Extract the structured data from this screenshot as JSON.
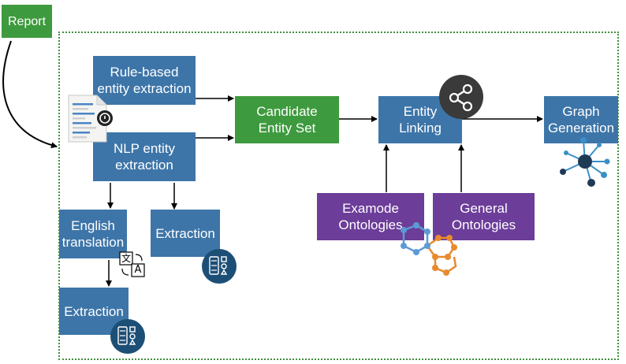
{
  "report": {
    "label": "Report"
  },
  "nodes": {
    "rule_based": "Rule-based entity extraction",
    "nlp_extraction": "NLP entity extraction",
    "candidate_set": "Candidate Entity Set",
    "entity_linking": "Entity Linking",
    "graph_generation": "Graph Generation",
    "english_translation": "English translation",
    "extraction_right": "Extraction",
    "extraction_bottom": "Extraction",
    "examode_ontologies": "Examode Ontologies",
    "general_ontologies": "General Ontologies"
  },
  "icons": {
    "translate_glyph_1": "文",
    "translate_glyph_2": "A"
  },
  "colors": {
    "blue": "#3d75a8",
    "green": "#3e9a3e",
    "purple": "#6c3d99",
    "dark_icon": "#1d4f76",
    "frame": "#3f8f3f"
  }
}
